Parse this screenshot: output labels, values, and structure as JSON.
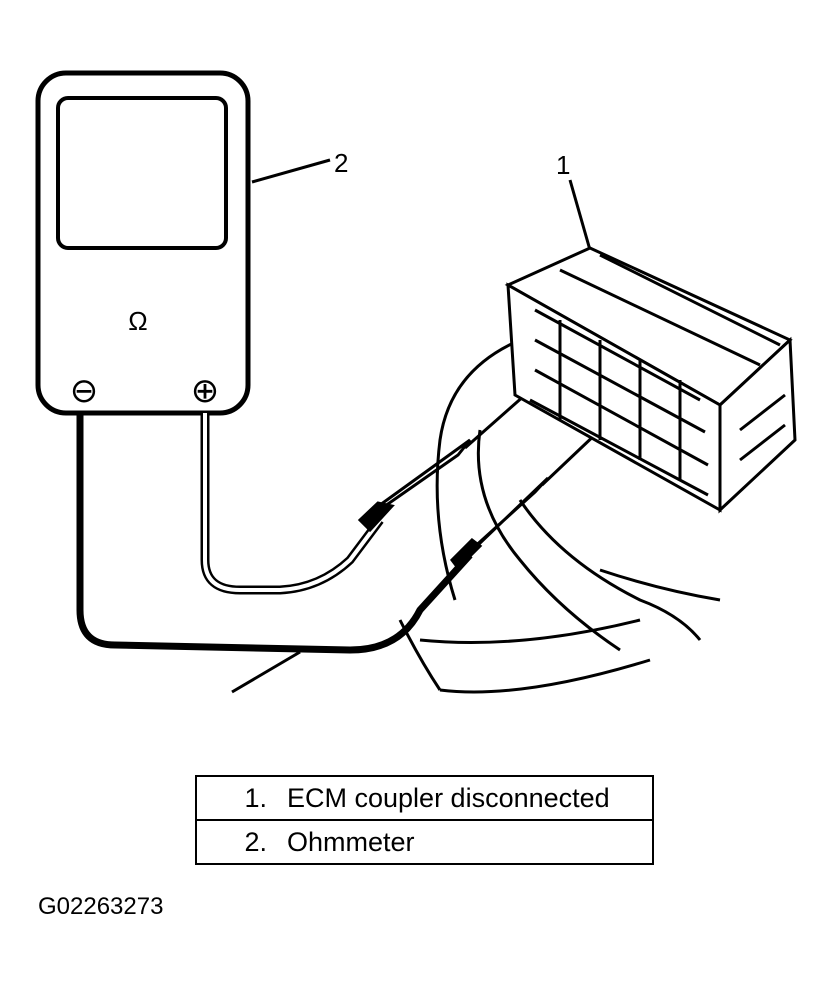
{
  "callouts": {
    "meter": "2",
    "coupler": "1"
  },
  "meter": {
    "symbol": "Ω",
    "negative_terminal": "⊖",
    "positive_terminal": "⊕"
  },
  "legend": [
    {
      "number": "1.",
      "text": "ECM coupler disconnected"
    },
    {
      "number": "2.",
      "text": "Ohmmeter"
    }
  ],
  "figure_id": "G02263273"
}
